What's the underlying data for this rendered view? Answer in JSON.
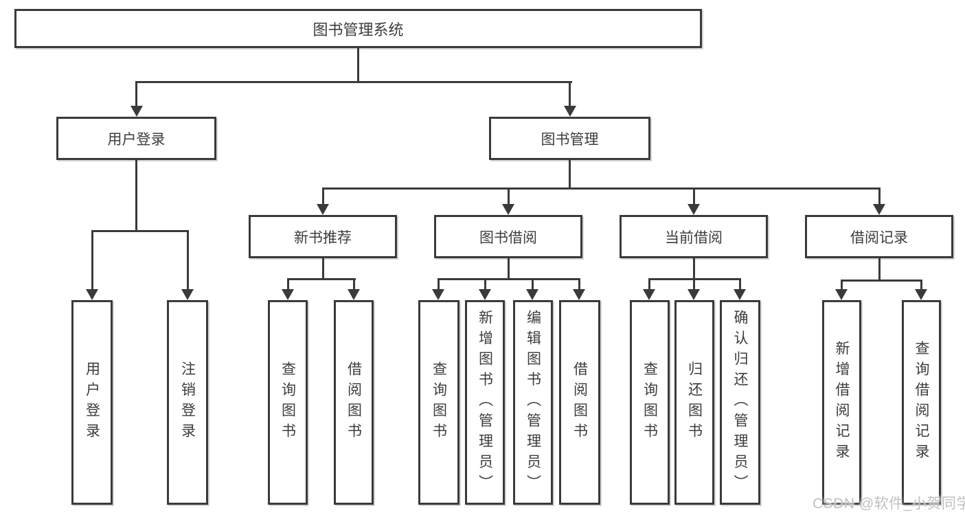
{
  "tree": {
    "root": "图书管理系统",
    "branches": [
      {
        "label": "用户登录",
        "children": [
          "用户登录",
          "注销登录"
        ]
      },
      {
        "label": "图书管理",
        "sections": [
          {
            "label": "新书推荐",
            "children": [
              "查询图书",
              "借阅图书"
            ]
          },
          {
            "label": "图书借阅",
            "children": [
              "查询图书",
              "新增图书（管理员）",
              "编辑图书（管理员）",
              "借阅图书"
            ]
          },
          {
            "label": "当前借阅",
            "children": [
              "查询图书",
              "归还图书",
              "确认归还（管理员）"
            ]
          },
          {
            "label": "借阅记录",
            "children": [
              "新增借阅记录",
              "查询借阅记录"
            ]
          }
        ]
      }
    ],
    "watermark": "CSDN @软件_小贺同学"
  },
  "colors": {
    "line": "#3a3a3a",
    "text": "#3c3c3c",
    "watermark": "#c0c0c0",
    "background": "#ffffff"
  }
}
